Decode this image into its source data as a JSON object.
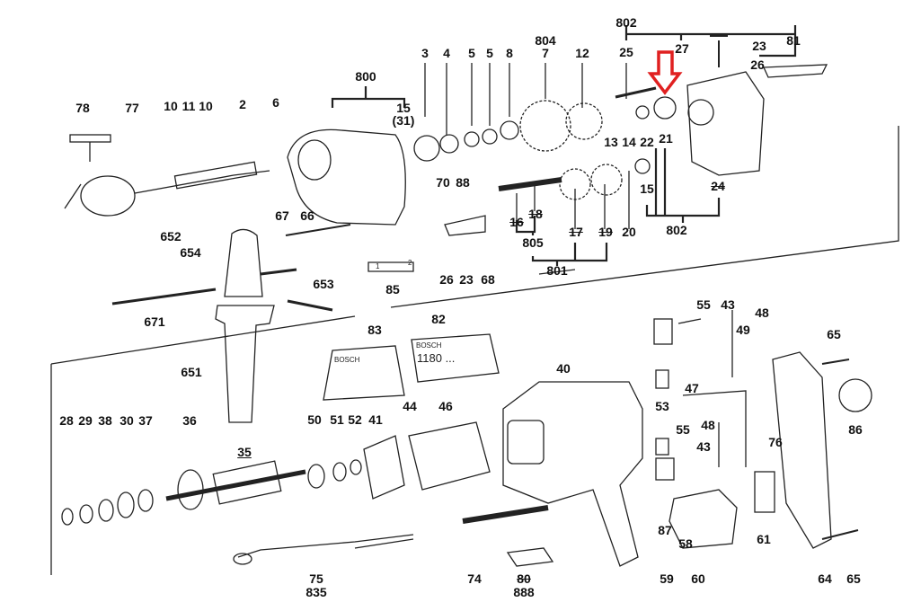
{
  "diagram": {
    "title": "Exploded parts diagram - Bosch impact drill",
    "highlight_color": "#e02020",
    "labels": [
      "802",
      "27",
      "23",
      "81",
      "25",
      "26",
      "804",
      "7",
      "12",
      "8",
      "5",
      "5",
      "4",
      "3",
      "800",
      "15",
      "(31)",
      "78",
      "77",
      "10",
      "11",
      "10",
      "2",
      "6",
      "13",
      "14",
      "22",
      "21",
      "70",
      "88",
      "67",
      "66",
      "15",
      "24",
      "802",
      "16",
      "18",
      "805",
      "17",
      "19",
      "20",
      "801",
      "26",
      "23",
      "68",
      "85",
      "652",
      "654",
      "653",
      "671",
      "651",
      "83",
      "82",
      "40",
      "55",
      "43",
      "48",
      "49",
      "65",
      "86",
      "47",
      "53",
      "55",
      "48",
      "43",
      "76",
      "28",
      "29",
      "38",
      "30",
      "37",
      "36",
      "50",
      "51",
      "52",
      "41",
      "44",
      "46",
      "35",
      "87",
      "58",
      "61",
      "64",
      "65",
      "59",
      "60",
      "75",
      "835",
      "74",
      "80",
      "888"
    ],
    "plate_83": {
      "brand": "BOSCH"
    },
    "plate_82": {
      "brand": "BOSCH",
      "model": "1180 ..."
    },
    "plate_85": {
      "left": "1",
      "right": "2"
    }
  }
}
